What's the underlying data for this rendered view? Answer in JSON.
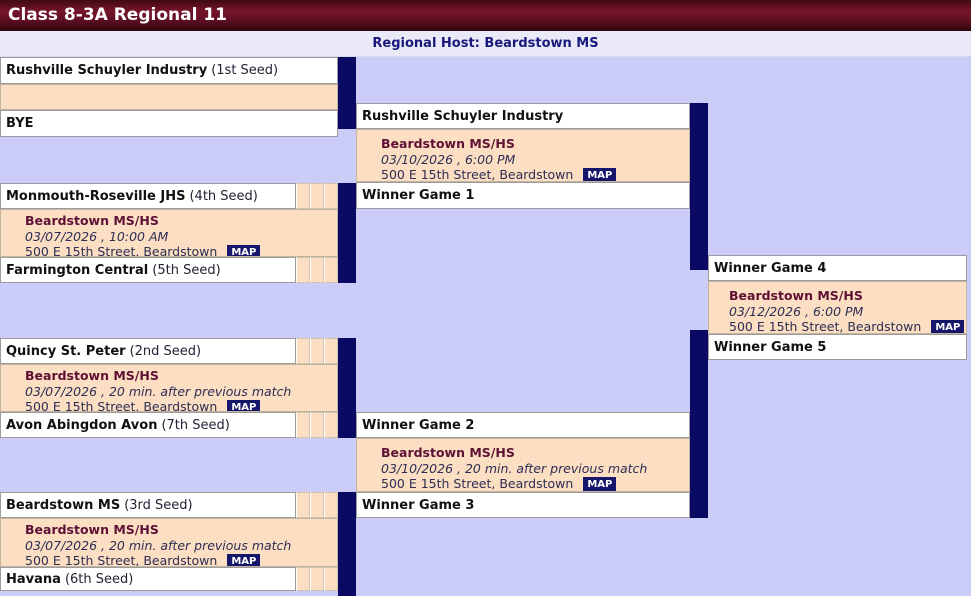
{
  "header": {
    "title": "Class 8-3A Regional 11"
  },
  "subheader": {
    "host": "Regional Host: Beardstown MS"
  },
  "map_label": "MAP",
  "teams": {
    "seed1": {
      "name": "Rushville Schuyler Industry",
      "seed": "(1st Seed)"
    },
    "bye": "BYE",
    "seed4": {
      "name": "Monmouth-Roseville JHS",
      "seed": "(4th Seed)"
    },
    "seed5": {
      "name": "Farmington Central",
      "seed": "(5th Seed)"
    },
    "seed2": {
      "name": "Quincy St. Peter",
      "seed": "(2nd Seed)"
    },
    "seed7": {
      "name": "Avon Abingdon Avon",
      "seed": "(7th Seed)"
    },
    "seed3": {
      "name": "Beardstown MS",
      "seed": "(3rd Seed)"
    },
    "seed6": {
      "name": "Havana",
      "seed": "(6th Seed)"
    }
  },
  "advancers": {
    "round2_top": "Rushville Schuyler Industry",
    "winner_game1": "Winner Game 1",
    "winner_game2": "Winner Game 2",
    "winner_game3": "Winner Game 3",
    "winner_game4": "Winner Game 4",
    "winner_game5": "Winner Game 5"
  },
  "games": {
    "game1": {
      "venue": "Beardstown MS/HS",
      "datetime": "03/07/2026 , 10:00 AM",
      "address": "500 E 15th Street, Beardstown"
    },
    "game2": {
      "venue": "Beardstown MS/HS",
      "datetime": "03/07/2026 , 20 min. after previous match",
      "address": "500 E 15th Street, Beardstown"
    },
    "game3": {
      "venue": "Beardstown MS/HS",
      "datetime": "03/07/2026 , 20 min. after previous match",
      "address": "500 E 15th Street, Beardstown"
    },
    "game4": {
      "venue": "Beardstown MS/HS",
      "datetime": "03/10/2026 , 6:00 PM",
      "address": "500 E 15th Street, Beardstown"
    },
    "game5": {
      "venue": "Beardstown MS/HS",
      "datetime": "03/10/2026 , 20 min. after previous match",
      "address": "500 E 15th Street, Beardstown"
    },
    "final": {
      "venue": "Beardstown MS/HS",
      "datetime": "03/12/2026 , 6:00 PM",
      "address": "500 E 15th Street, Beardstown"
    }
  },
  "colors": {
    "header_maroon": "#72142a",
    "navy_connector": "#0a0a64",
    "lavender_bg": "#ccccf9",
    "peach_box": "#fcdfc2",
    "venue_text": "#5f1135",
    "host_text": "#19197d",
    "map_badge_bg": "#16166b"
  }
}
